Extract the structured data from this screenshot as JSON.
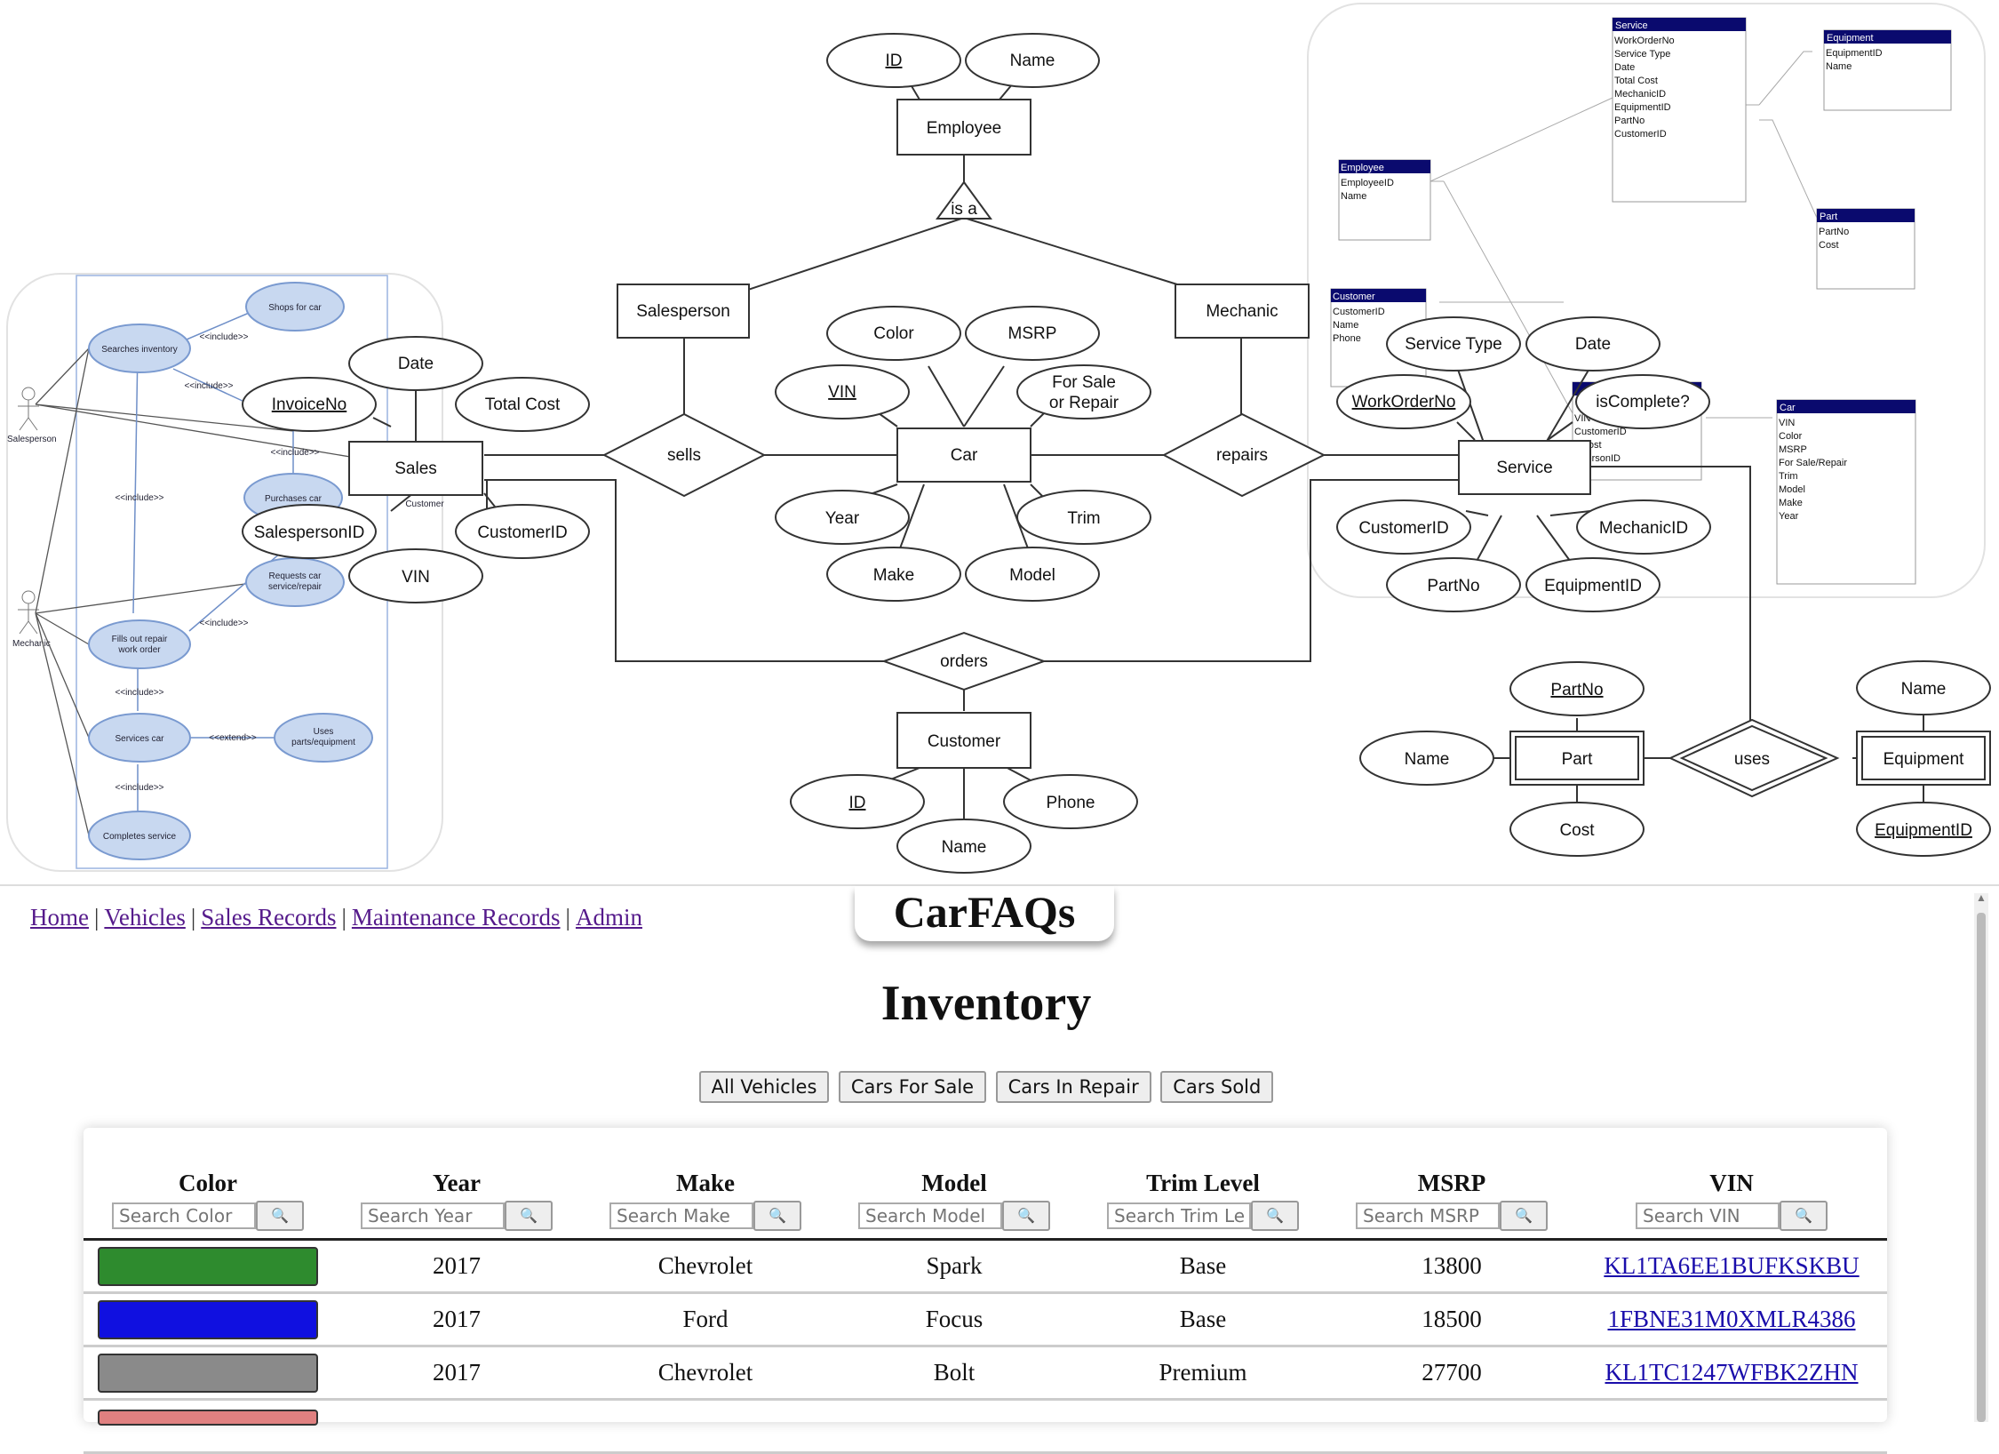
{
  "diagram": {
    "er": {
      "employee": "Employee",
      "employee_id": "ID",
      "employee_name": "Name",
      "isa": "is a",
      "salesperson": "Salesperson",
      "mechanic": "Mechanic",
      "sales": "Sales",
      "sells": "sells",
      "car": "Car",
      "repairs": "repairs",
      "service": "Service",
      "orders": "orders",
      "customer": "Customer",
      "sales_attrs": {
        "date": "Date",
        "total_cost": "Total Cost",
        "invoice": "InvoiceNo",
        "salesperson_id": "SalespersonID",
        "customer_id": "CustomerID",
        "vin": "VIN"
      },
      "car_attrs": {
        "color": "Color",
        "msrp": "MSRP",
        "vin": "VIN",
        "for_sale_1": "For Sale",
        "for_sale_2": "or Repair",
        "year": "Year",
        "trim": "Trim",
        "make": "Make",
        "model": "Model"
      },
      "service_attrs": {
        "service_type": "Service Type",
        "date": "Date",
        "work_order": "WorkOrderNo",
        "is_complete": "isComplete?",
        "customer_id": "CustomerID",
        "mechanic_id": "MechanicID",
        "part_no": "PartNo",
        "equipment_id": "EquipmentID"
      },
      "customer_attrs": {
        "id": "ID",
        "phone": "Phone",
        "name": "Name"
      },
      "part": "Part",
      "part_attrs": {
        "part_no": "PartNo",
        "name": "Name",
        "cost": "Cost"
      },
      "uses": "uses",
      "equipment": "Equipment",
      "equipment_attrs": {
        "name": "Name",
        "equipment_id": "EquipmentID"
      }
    },
    "usecase": {
      "actor_salesperson": "Salesperson",
      "actor_mechanic": "Mechanic",
      "shops": "Shops for car",
      "searches": "Searches inventory",
      "purchases": "Purchases car",
      "requests_1": "Requests car",
      "requests_2": "service/repair",
      "fills_1": "Fills out repair",
      "fills_2": "work order",
      "services": "Services car",
      "uses_1": "Uses",
      "uses_2": "parts/equipment",
      "completes": "Completes service",
      "include": "<<include>>",
      "extend": "<<extend>>",
      "customer": "Customer"
    },
    "relational": {
      "service": {
        "title": "Service",
        "fields": [
          "WorkOrderNo",
          "Service Type",
          "Date",
          "Total Cost",
          "MechanicID",
          "EquipmentID",
          "PartNo",
          "CustomerID"
        ]
      },
      "equipment": {
        "title": "Equipment",
        "fields": [
          "EquipmentID",
          "Name"
        ]
      },
      "employee": {
        "title": "Employee",
        "fields": [
          "EmployeeID",
          "Name"
        ]
      },
      "part": {
        "title": "Part",
        "fields": [
          "PartNo",
          "Cost"
        ]
      },
      "customer": {
        "title": "Customer",
        "fields": [
          "CustomerID",
          "Name",
          "Phone"
        ]
      },
      "car": {
        "title": "Car",
        "fields": [
          "VIN",
          "Color",
          "MSRP",
          "For Sale/Repair",
          "Trim",
          "Model",
          "Make",
          "Year"
        ]
      },
      "sales_frag": [
        "VIN",
        "CustomerID",
        "ll Cost",
        "SpersonID"
      ]
    }
  },
  "nav": {
    "home": "Home",
    "vehicles": "Vehicles",
    "sales": "Sales Records",
    "maintenance": "Maintenance Records",
    "admin": "Admin",
    "sep": "|"
  },
  "brand": "CarFAQs",
  "heading": "Inventory",
  "filters": {
    "all": "All Vehicles",
    "for_sale": "Cars For Sale",
    "in_repair": "Cars In Repair",
    "sold": "Cars Sold"
  },
  "table": {
    "headers": {
      "color": "Color",
      "year": "Year",
      "make": "Make",
      "model": "Model",
      "trim": "Trim Level",
      "msrp": "MSRP",
      "vin": "VIN"
    },
    "placeholders": {
      "color": "Search Color",
      "year": "Search Year",
      "make": "Search Make",
      "model": "Search Model",
      "trim": "Search Trim Level",
      "msrp": "Search MSRP",
      "vin": "Search VIN"
    },
    "search_icon": "magnifier-icon",
    "rows": [
      {
        "color": "#2e8b2e",
        "year": "2017",
        "make": "Chevrolet",
        "model": "Spark",
        "trim": "Base",
        "msrp": "13800",
        "vin": "KL1TA6EE1BUFKSKBU"
      },
      {
        "color": "#1010e0",
        "year": "2017",
        "make": "Ford",
        "model": "Focus",
        "trim": "Base",
        "msrp": "18500",
        "vin": "1FBNE31M0XMLR4386"
      },
      {
        "color": "#8a8a8a",
        "year": "2017",
        "make": "Chevrolet",
        "model": "Bolt",
        "trim": "Premium",
        "msrp": "27700",
        "vin": "KL1TC1247WFBK2ZHN"
      }
    ],
    "partial_row_color": "#e08080"
  }
}
